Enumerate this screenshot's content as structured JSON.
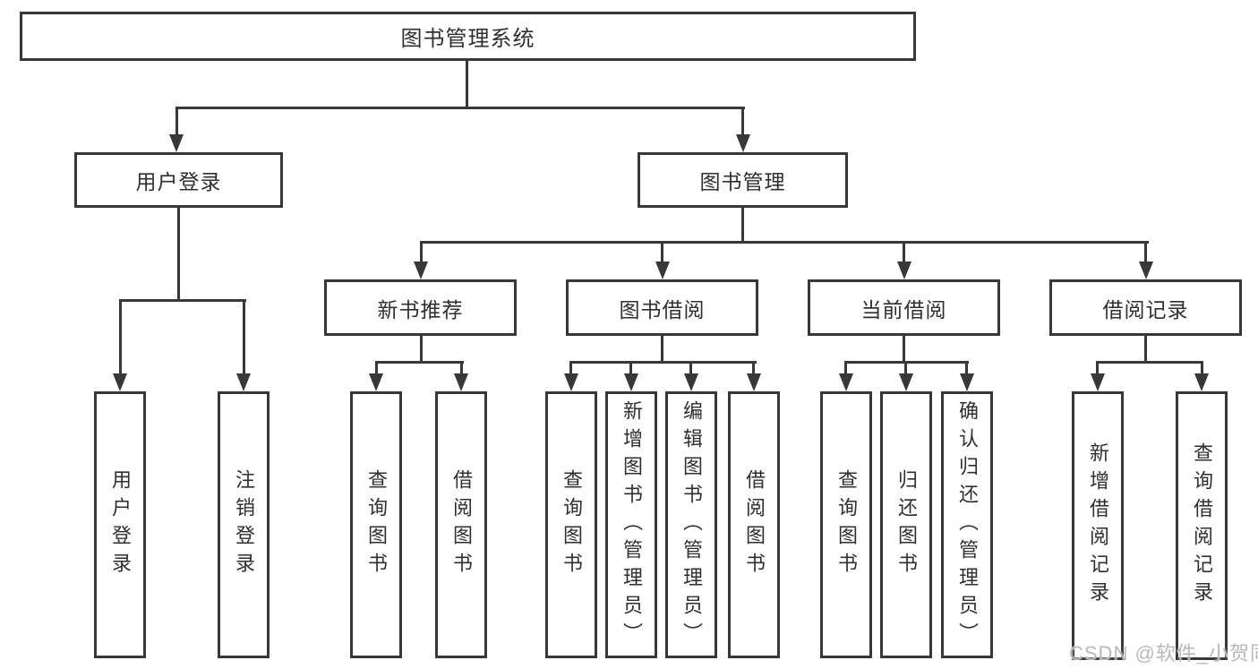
{
  "diagram": {
    "title": "图书管理系统",
    "watermark": "CSDN @软件_小贺同学",
    "colors": {
      "line": "#383838",
      "text": "#2f2f2f",
      "watermark": "#b9b9b9",
      "background": "#ffffff"
    },
    "nodes": {
      "root": "图书管理系统",
      "l2": [
        "用户登录",
        "图书管理"
      ],
      "l3": [
        "新书推荐",
        "图书借阅",
        "当前借阅",
        "借阅记录"
      ],
      "g1": [
        "用户登录",
        "注销登录"
      ],
      "g2": [
        "查询图书",
        "借阅图书"
      ],
      "g3": [
        "查询图书",
        "新增图书（管理员）",
        "编辑图书（管理员）",
        "借阅图书"
      ],
      "g4": [
        "查询图书",
        "归还图书",
        "确认归还（管理员）"
      ],
      "g5": [
        "新增借阅记录",
        "查询借阅记录"
      ]
    },
    "hierarchy": {
      "图书管理系统": {
        "用户登录": [
          "用户登录",
          "注销登录"
        ],
        "图书管理": {
          "新书推荐": [
            "查询图书",
            "借阅图书"
          ],
          "图书借阅": [
            "查询图书",
            "新增图书（管理员）",
            "编辑图书（管理员）",
            "借阅图书"
          ],
          "当前借阅": [
            "查询图书",
            "归还图书",
            "确认归还（管理员）"
          ],
          "借阅记录": [
            "新增借阅记录",
            "查询借阅记录"
          ]
        }
      }
    }
  }
}
